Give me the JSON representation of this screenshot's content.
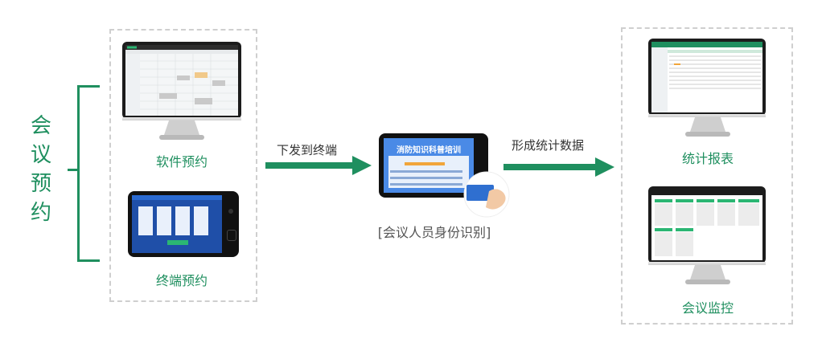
{
  "side": {
    "chars": [
      "会",
      "议",
      "预",
      "约"
    ]
  },
  "captions": {
    "software": "软件预约",
    "terminal": "终端预约",
    "identity": "[会议人员身份识别]",
    "report": "统计报表",
    "monitor": "会议监控"
  },
  "flows": {
    "dispatch": "下发到终端",
    "stats": "形成统计数据"
  },
  "device": {
    "banner": "消防知识科普培训"
  },
  "colors": {
    "accent": "#1f8f5f",
    "arrow": "#1f8f5f",
    "dash": "#cfcfcf"
  }
}
